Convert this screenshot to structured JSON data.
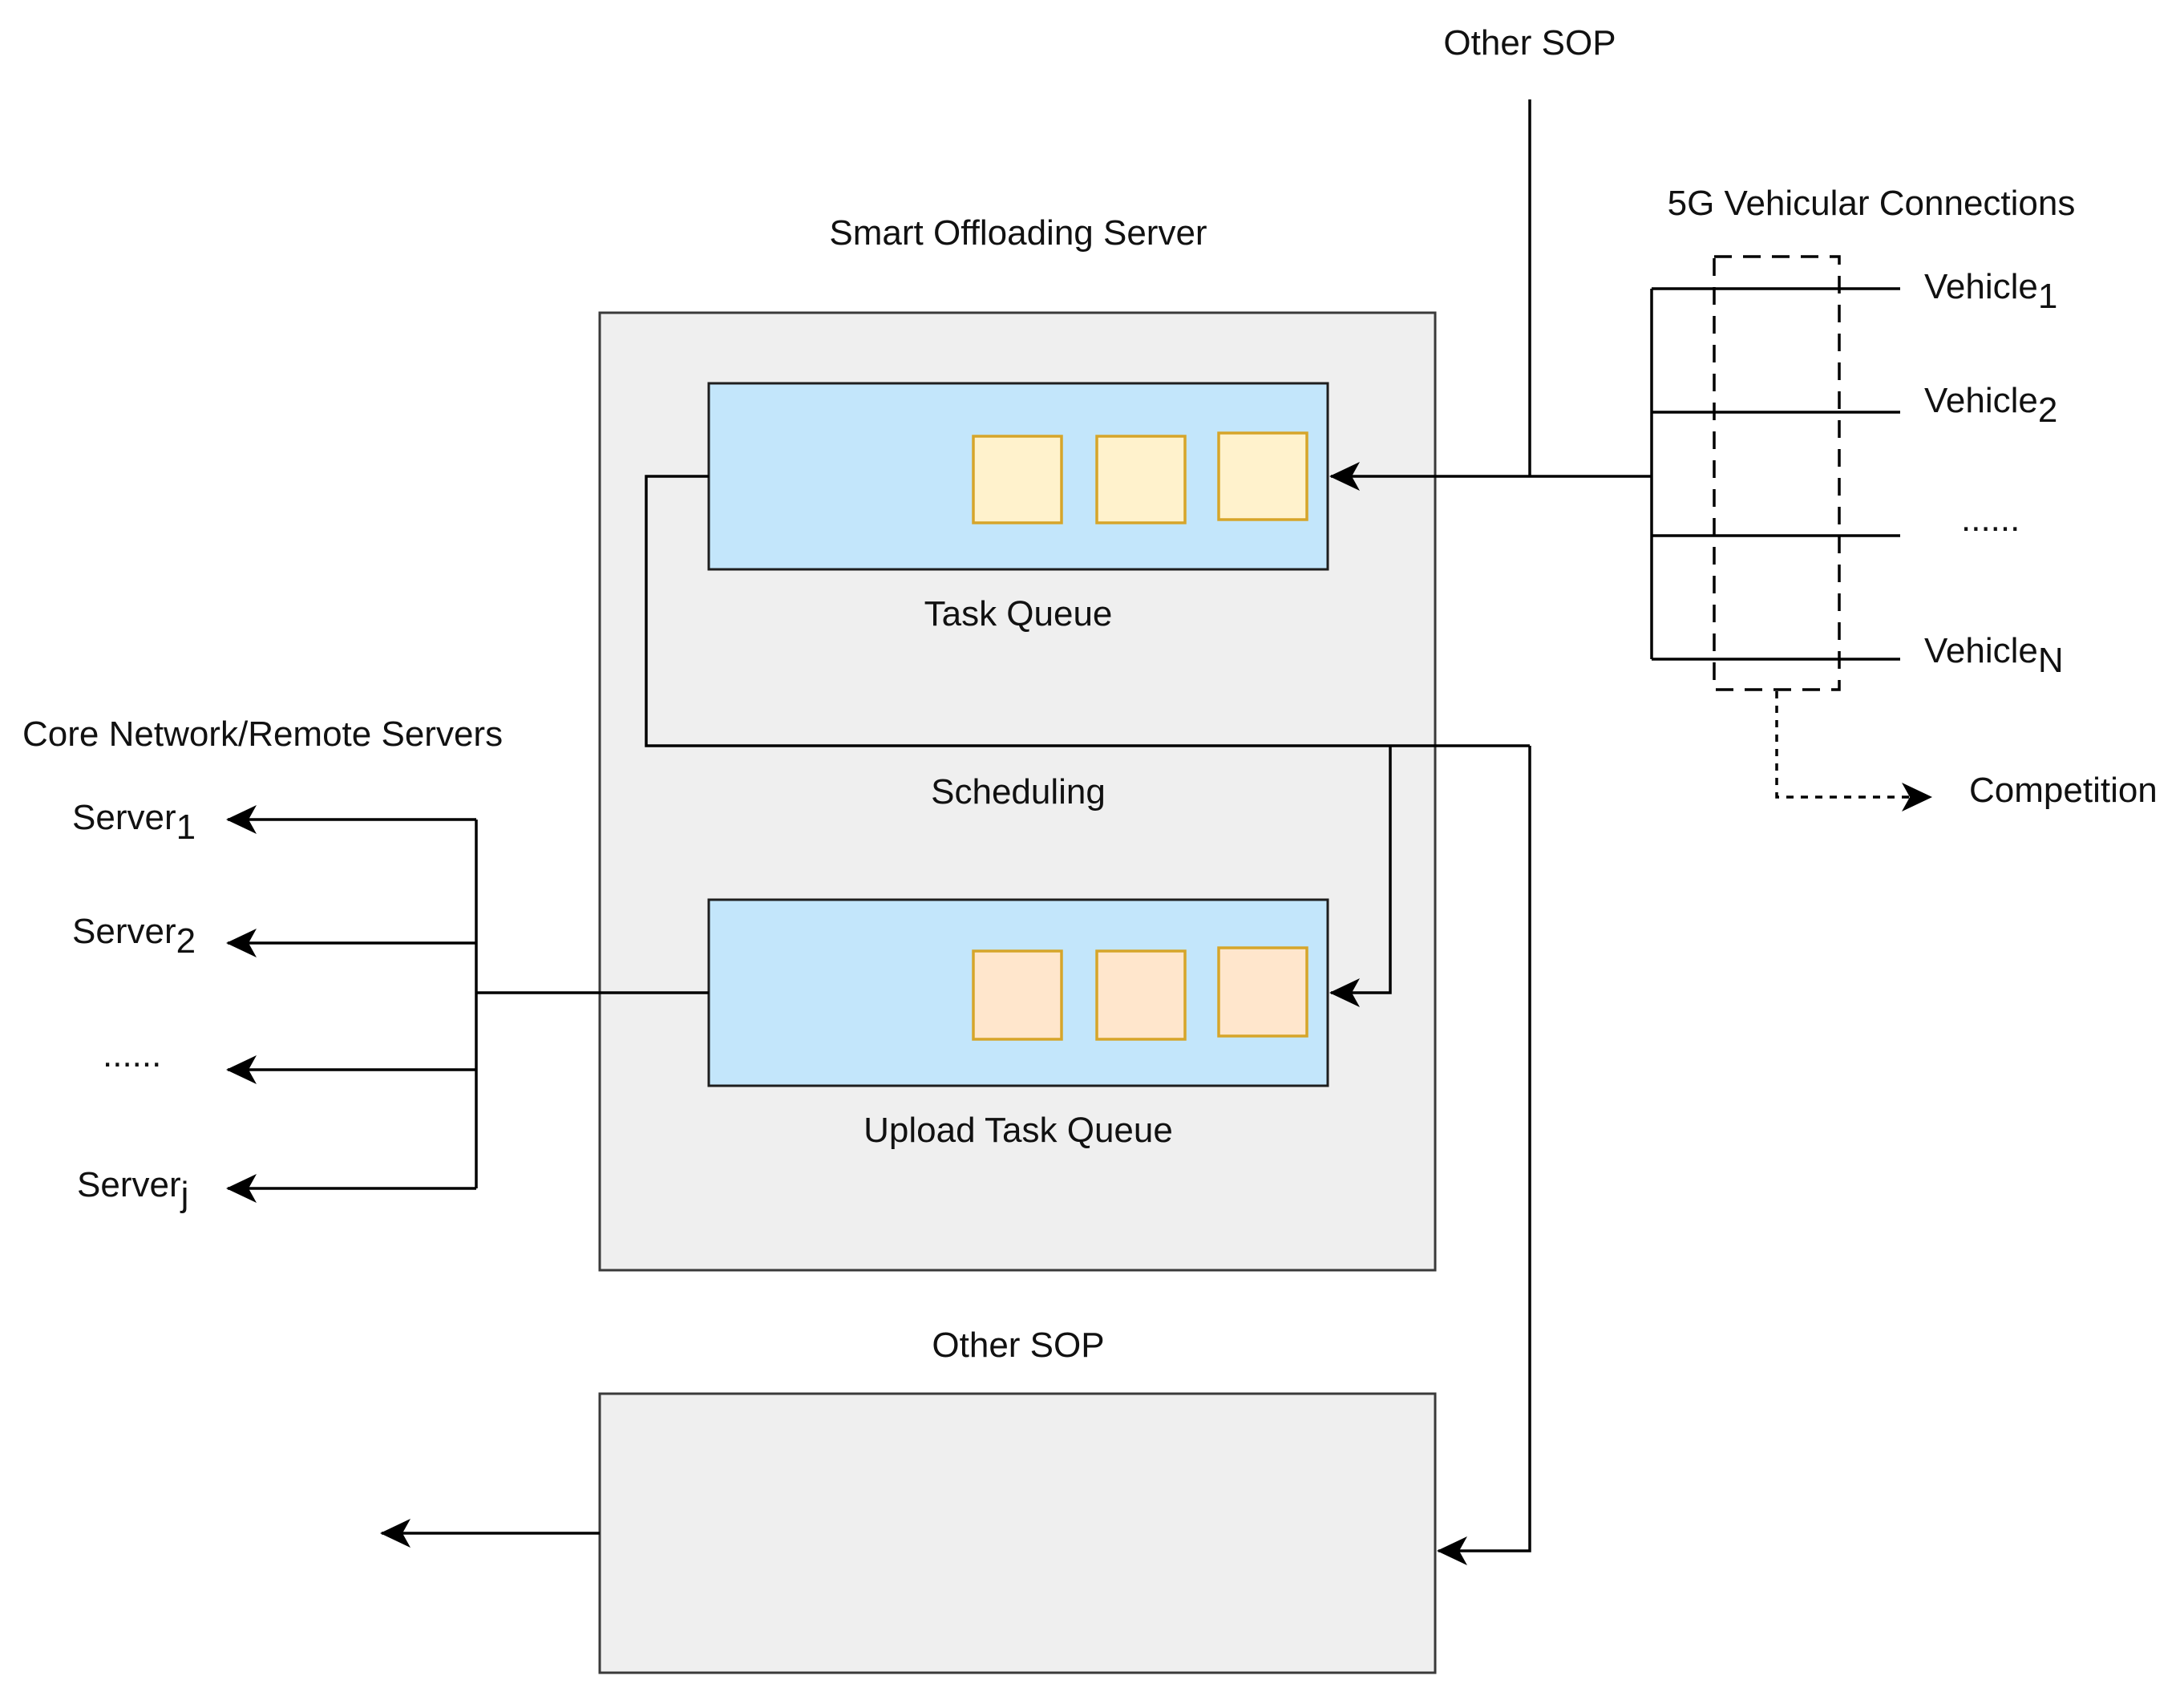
{
  "title": "Smart Offloading Server",
  "other_sop_top": "Other SOP",
  "other_sop_bottom": "Other SOP",
  "vehicular": {
    "heading": "5G Vehicular Connections",
    "vehicles": [
      {
        "base": "Vehicle",
        "sub": "1"
      },
      {
        "base": "Vehicle",
        "sub": "2"
      },
      {
        "base": "......",
        "sub": ""
      },
      {
        "base": "Vehicle",
        "sub": "N"
      }
    ],
    "competition": "Competition"
  },
  "core": {
    "heading": "Core Network/Remote Servers",
    "servers": [
      {
        "base": "Server",
        "sub": "1"
      },
      {
        "base": "Server",
        "sub": "2"
      },
      {
        "base": "......",
        "sub": ""
      },
      {
        "base": "Server",
        "sub": "j"
      }
    ]
  },
  "task_queue": {
    "label": "Task Queue",
    "item_color": "#fff2cc",
    "items": 3
  },
  "scheduling": "Scheduling",
  "upload_queue": {
    "label": "Upload Task Queue",
    "item_color": "#ffe6cc",
    "items": 3
  },
  "colors": {
    "container": "#efefef",
    "queue": "#c3e6fb",
    "task_border": "#d6a52a"
  }
}
